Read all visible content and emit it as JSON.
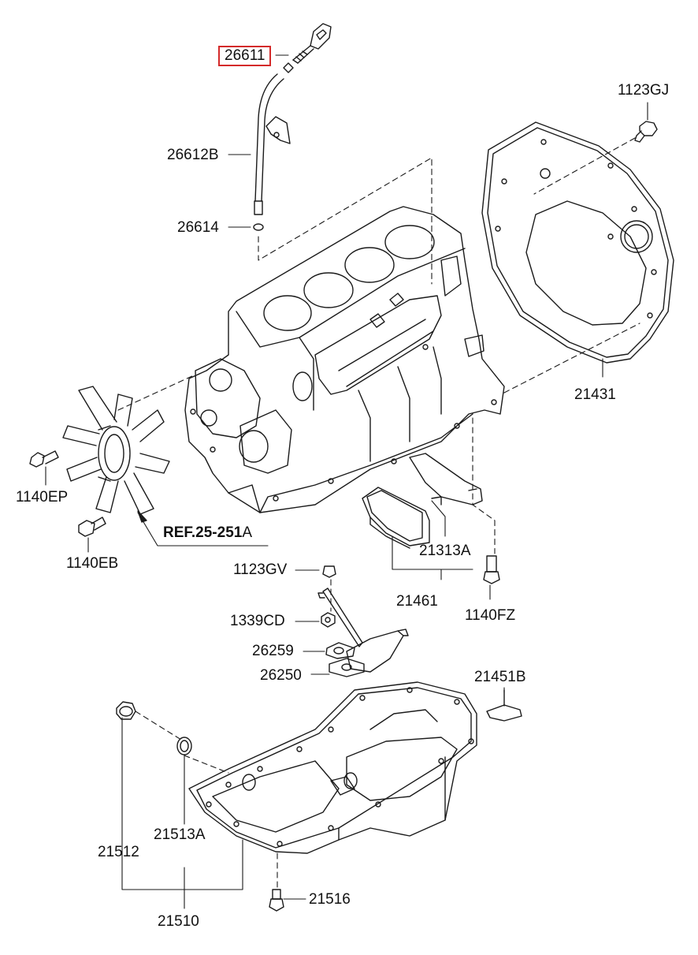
{
  "labels": {
    "p26611": "26611",
    "p26612B": "26612B",
    "p26614": "26614",
    "p1123GJ": "1123GJ",
    "p21431": "21431",
    "p1140EP": "1140EP",
    "p1140EB": "1140EB",
    "ref_main": "REF.25-251",
    "ref_suffix": "A",
    "p21313A": "21313A",
    "p1123GV": "1123GV",
    "p21461": "21461",
    "p1140FZ": "1140FZ",
    "p1339CD": "1339CD",
    "p26259": "26259",
    "p26250": "26250",
    "p21451B": "21451B",
    "p21512": "21512",
    "p21513A": "21513A",
    "p21510": "21510",
    "p21516": "21516"
  },
  "colors": {
    "line": "#1a1a1a",
    "highlight": "#d42a2a",
    "background": "#ffffff"
  },
  "highlighted_part": "26611"
}
